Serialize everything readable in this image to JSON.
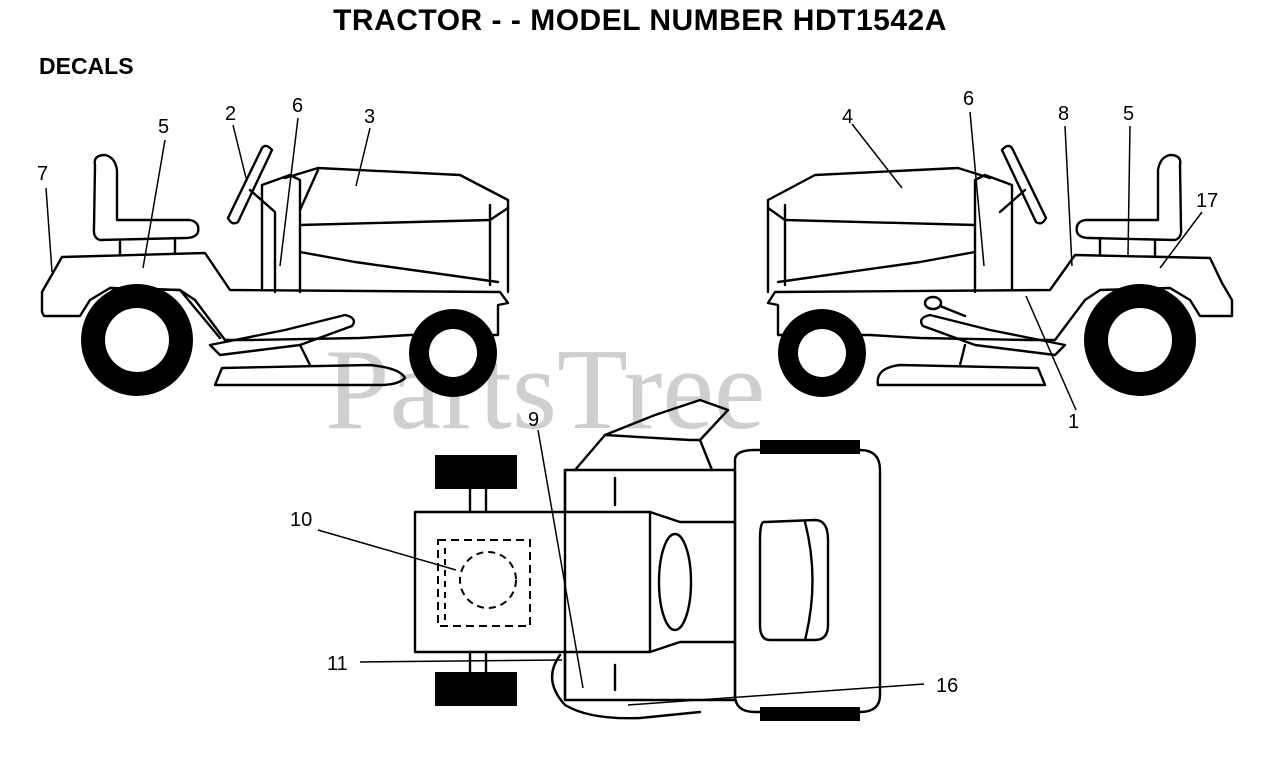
{
  "header": {
    "title": "TRACTOR - - MODEL NUMBER HDT1542A",
    "section": "DECALS"
  },
  "watermark": "PartsTree",
  "callouts": {
    "c1": "1",
    "c2": "2",
    "c3": "3",
    "c4": "4",
    "c5a": "5",
    "c5b": "5",
    "c6a": "6",
    "c6b": "6",
    "c7": "7",
    "c8": "8",
    "c9": "9",
    "c10": "10",
    "c11": "11",
    "c16": "16",
    "c17": "17"
  }
}
